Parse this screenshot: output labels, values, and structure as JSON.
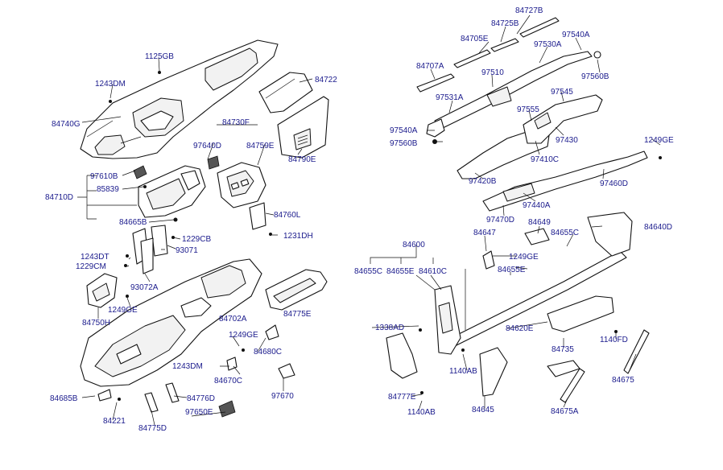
{
  "labels": {
    "l84727B": "84727B",
    "l84725B": "84725B",
    "l84705E": "84705E",
    "l97540A_top": "97540A",
    "l97530A": "97530A",
    "l84707A": "84707A",
    "l97510": "97510",
    "l97560B_top": "97560B",
    "l1125GB": "1125GB",
    "l1243DM_top": "1243DM",
    "l84722": "84722",
    "l84740G": "84740G",
    "l84730F": "84730F",
    "l97640D": "97640D",
    "l84759E": "84759E",
    "l84790E": "84790E",
    "l97531A": "97531A",
    "l97545": "97545",
    "l97555": "97555",
    "l97540A_mid": "97540A",
    "l97430": "97430",
    "l97560B_mid": "97560B",
    "l1249GE_r": "1249GE",
    "l97410C": "97410C",
    "l97420B": "97420B",
    "l97610B": "97610B",
    "l85839": "85839",
    "l84710D": "84710D",
    "l84665B": "84665B",
    "l84760L": "84760L",
    "l97460D": "97460D",
    "l97440A": "97440A",
    "l97470D": "97470D",
    "l84649": "84649",
    "l84640D": "84640D",
    "l1229CB": "1229CB",
    "l1231DH": "1231DH",
    "l93071": "93071",
    "l84600": "84600",
    "l84647": "84647",
    "l84655C_r": "84655C",
    "l1243DT": "1243DT",
    "l1229CM": "1229CM",
    "l84655C_l": "84655C",
    "l84655E_l": "84655E",
    "l84610C": "84610C",
    "l1249GE_c": "1249GE",
    "l84655E_r": "84655E",
    "l93072A": "93072A",
    "l1249GE_l": "1249GE",
    "l84702A": "84702A",
    "l84775E": "84775E",
    "l84750H": "84750H",
    "l1338AD": "1338AD",
    "l84620E": "84620E",
    "l1249GE_b": "1249GE",
    "l84680C": "84680C",
    "l1140FD": "1140FD",
    "l84735": "84735",
    "l1243DM_bot": "1243DM",
    "l84670C": "84670C",
    "l1140AB_top": "1140AB",
    "l84675": "84675",
    "l97670": "97670",
    "l84685B": "84685B",
    "l84776D": "84776D",
    "l84777E": "84777E",
    "l84221": "84221",
    "l97650E": "97650E",
    "l1140AB_bot": "1140AB",
    "l84645": "84645",
    "l84675A": "84675A",
    "l84775D": "84775D"
  }
}
